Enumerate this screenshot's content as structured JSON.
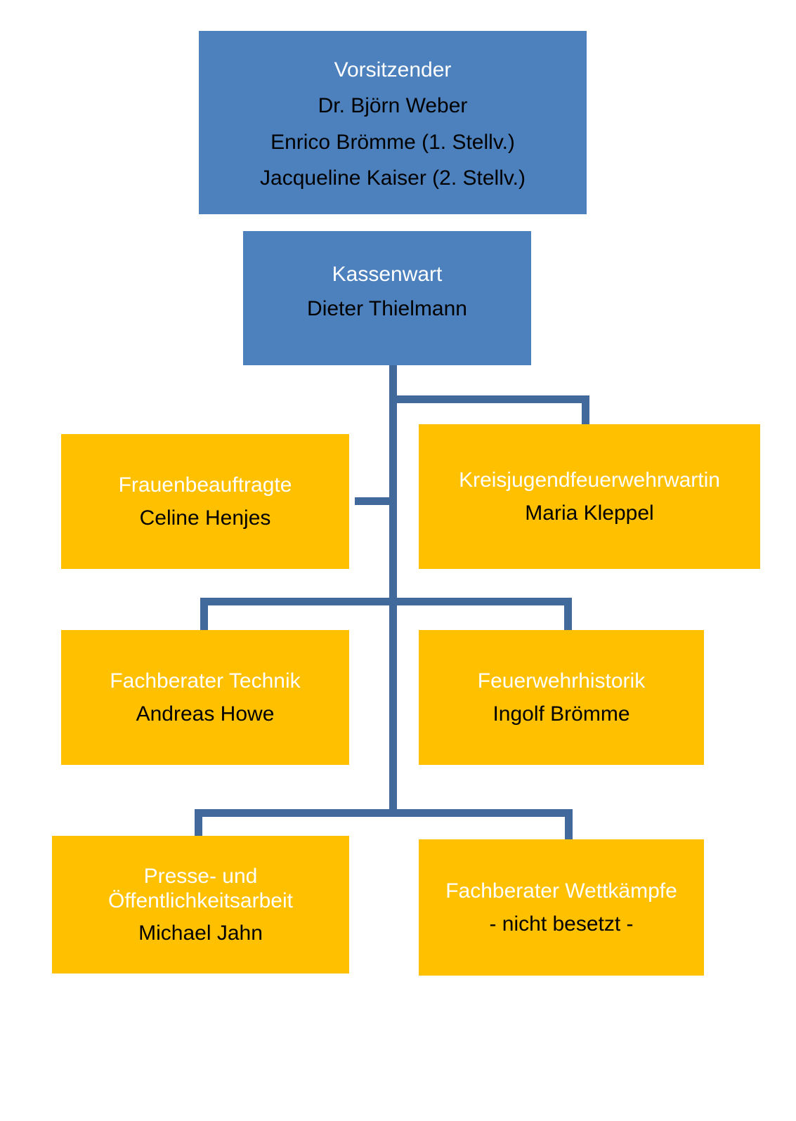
{
  "chart_meta": {
    "type": "organizational-chart",
    "colors": {
      "executive_box": "#4c81bd",
      "role_box": "#ffc000",
      "connector": "#41699b",
      "title_text": "#ffffff",
      "name_text": "#000000",
      "background": "#ffffff"
    }
  },
  "nodes": {
    "vorsitzender": {
      "title": "Vorsitzender",
      "person_1": "Dr. Björn Weber",
      "person_2": "Enrico Brömme (1. Stellv.)",
      "person_3": "Jacqueline Kaiser (2. Stellv.)"
    },
    "kassenwart": {
      "title": "Kassenwart",
      "person": "Dieter Thielmann"
    },
    "frauenbeauftragte": {
      "title": "Frauenbeauftragte",
      "person": "Celine Henjes"
    },
    "kreisjugendfeuerwehrwartin": {
      "title": "Kreisjugendfeuerwehrwartin",
      "person": "Maria Kleppel"
    },
    "fachberater_technik": {
      "title": "Fachberater Technik",
      "person": "Andreas Howe"
    },
    "feuerwehrhistorik": {
      "title": "Feuerwehrhistorik",
      "person": "Ingolf Brömme"
    },
    "presse_oeffentlichkeitsarbeit": {
      "title": "Presse- und\nÖffentlichkeitsarbeit",
      "person": "Michael Jahn"
    },
    "fachberater_wettkaempfe": {
      "title": "Fachberater Wettkämpfe",
      "person": "- nicht besetzt -"
    }
  }
}
